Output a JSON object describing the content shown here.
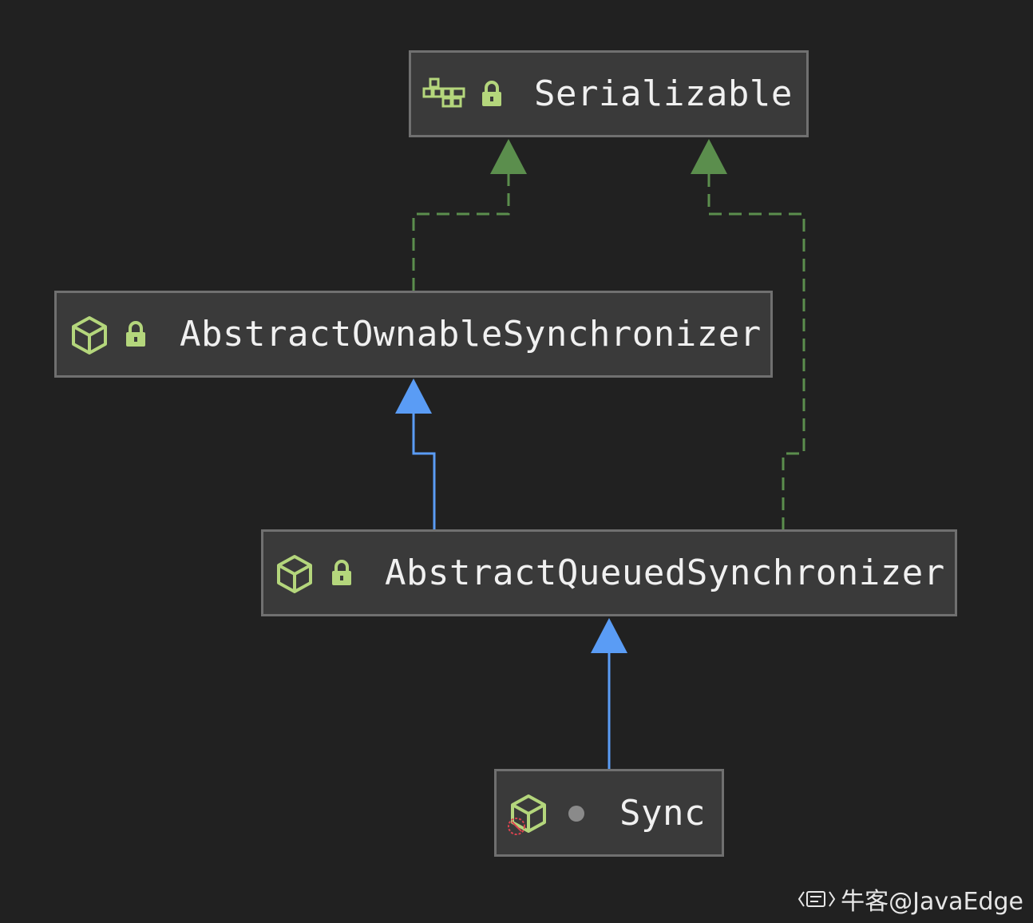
{
  "diagram": {
    "nodes": [
      {
        "id": "serializable",
        "label": "Serializable",
        "kind": "interface",
        "modifier": "public"
      },
      {
        "id": "aos",
        "label": "AbstractOwnableSynchronizer",
        "kind": "abstract-class",
        "modifier": "public"
      },
      {
        "id": "aqs",
        "label": "AbstractQueuedSynchronizer",
        "kind": "abstract-class",
        "modifier": "public"
      },
      {
        "id": "sync",
        "label": "Sync",
        "kind": "abstract-class",
        "modifier": "package-private"
      }
    ],
    "edges": [
      {
        "from": "aos",
        "to": "serializable",
        "relation": "implements"
      },
      {
        "from": "aqs",
        "to": "serializable",
        "relation": "implements"
      },
      {
        "from": "aqs",
        "to": "aos",
        "relation": "extends"
      },
      {
        "from": "sync",
        "to": "aqs",
        "relation": "extends"
      }
    ]
  },
  "colors": {
    "implements": "#5b8e4d",
    "extends": "#5a9cf5",
    "icon": "#b4d67c"
  },
  "watermark": {
    "text": "牛客@JavaEdge"
  }
}
